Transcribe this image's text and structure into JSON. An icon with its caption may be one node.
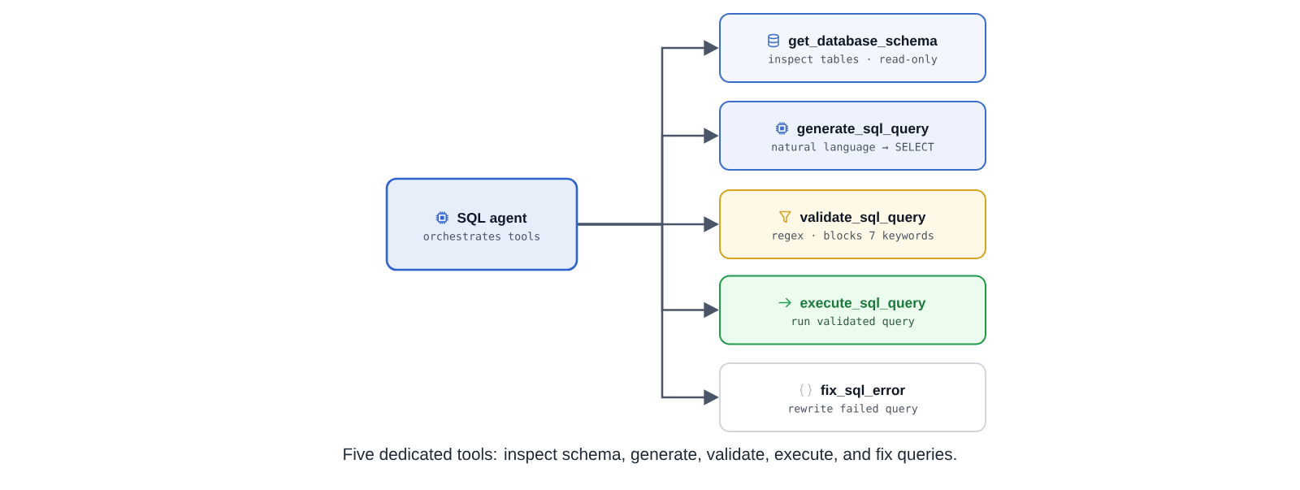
{
  "diagram": {
    "caption": "Five dedicated tools: inspect schema, generate, validate, execute, and fix queries.",
    "nodes": [
      {
        "text": [
          "SQL agent",
          "orchestrates tools"
        ]
      },
      {
        "text": [
          "get_database_schema",
          "inspect tables · read-only"
        ]
      },
      {
        "text": [
          "generate_sql_query",
          "natural language → SELECT"
        ]
      },
      {
        "text": [
          "validate_sql_query",
          "regex · blocks 7 keywords"
        ]
      },
      {
        "text": [
          "execute_sql_query",
          "run validated query"
        ]
      },
      {
        "text": [
          "fix_sql_error",
          "rewrite failed query"
        ]
      }
    ],
    "edges": [
      {
        "from": 0,
        "to": 1,
        "arrow": "to"
      },
      {
        "from": 0,
        "to": 2,
        "arrow": "to"
      },
      {
        "from": 0,
        "to": 3,
        "arrow": "to"
      },
      {
        "from": 0,
        "to": 4,
        "arrow": "to"
      },
      {
        "from": 0,
        "to": 5,
        "arrow": "to"
      }
    ]
  }
}
